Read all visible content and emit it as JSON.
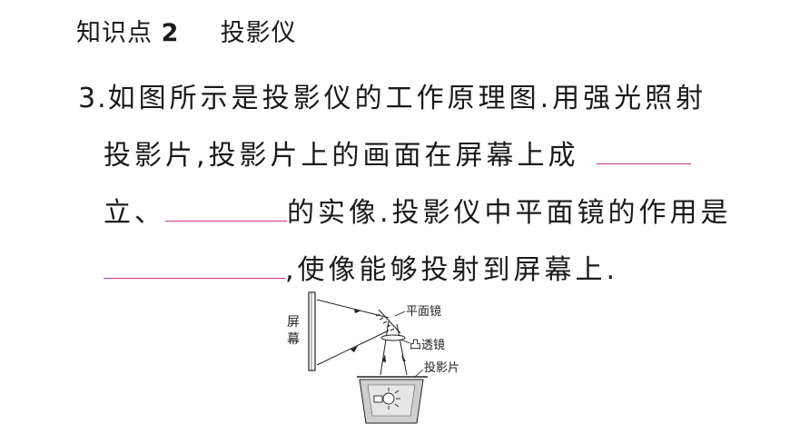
{
  "section": {
    "label": "知识点",
    "number": "2",
    "title": "投影仪"
  },
  "question": {
    "number": "3.",
    "line1": "如图所示是投影仪的工作原理图.用强光照射",
    "line2": "投影片,投影片上的画面在屏幕上成",
    "line3_prefix": "立、",
    "line3_suffix": "的实像.投影仪中平面镜的作用是",
    "line4_suffix": ",使像能够投射到屏幕上."
  },
  "figure": {
    "screen_label_1": "屏",
    "screen_label_2": "幕",
    "mirror_label": "平面镜",
    "lens_label": "凸透镜",
    "slide_label": "投影片"
  },
  "colors": {
    "blank_line": "#c8388a",
    "ink": "#1a1a1a"
  }
}
